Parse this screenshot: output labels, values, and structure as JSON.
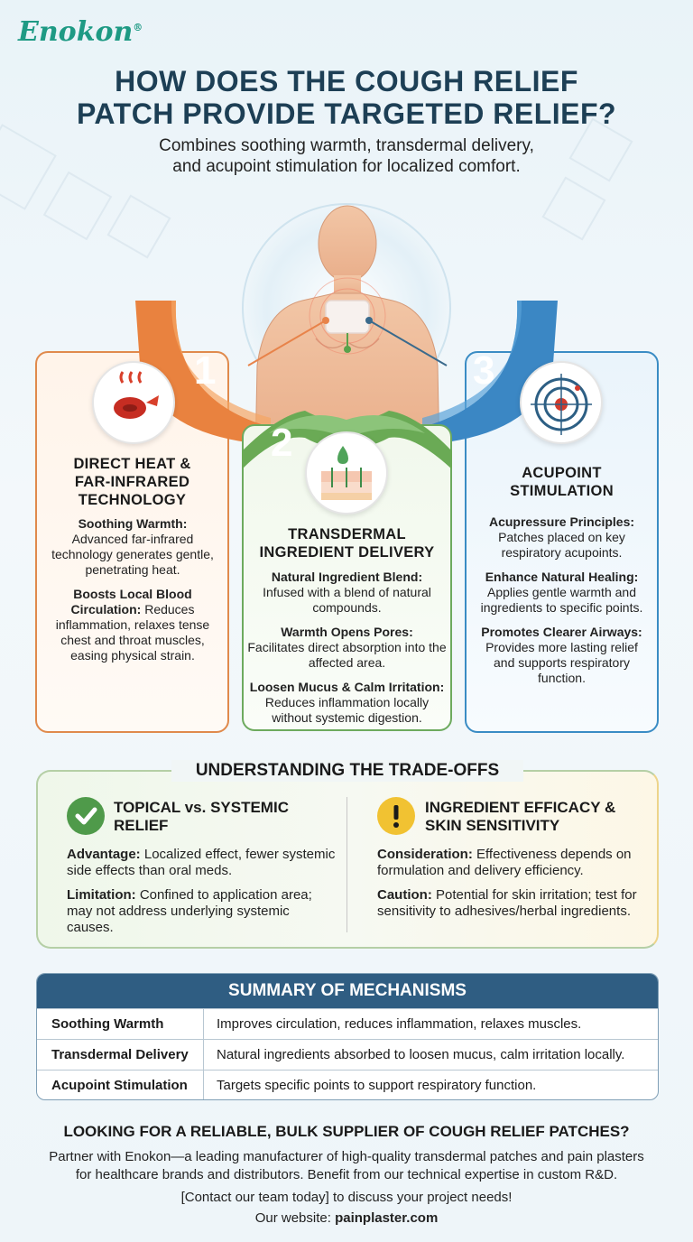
{
  "brand": {
    "name": "Enokon",
    "mark": "®"
  },
  "header": {
    "title_line1": "HOW DOES THE COUGH RELIEF",
    "title_line2": "PATCH PROVIDE TARGETED RELIEF?",
    "subtitle_line1": "Combines soothing warmth, transdermal delivery,",
    "subtitle_line2": "and acupoint stimulation for localized comfort."
  },
  "mechanisms": [
    {
      "number": "1",
      "color": "#e8834a",
      "icon": "heat-blood-cell-icon",
      "title_lines": [
        "DIRECT HEAT &",
        "FAR-INFRARED",
        "TECHNOLOGY"
      ],
      "points": [
        {
          "label": "Soothing Warmth:",
          "text": "Advanced far-infrared technology generates gentle, penetrating heat."
        },
        {
          "label": "Boosts Local Blood",
          "label2": "Circulation:",
          "text": "Reduces inflammation, relaxes tense chest and throat muscles, easing physical strain."
        }
      ]
    },
    {
      "number": "2",
      "color": "#6aaa55",
      "icon": "skin-layers-icon",
      "title_lines": [
        "TRANSDERMAL",
        "INGREDIENT DELIVERY"
      ],
      "points": [
        {
          "label": "Natural Ingredient Blend:",
          "text": "Infused with a blend of natural compounds."
        },
        {
          "label": "Warmth Opens Pores:",
          "text": "Facilitates direct absorption into the affected area."
        },
        {
          "label": "Loosen Mucus & Calm Irritation:",
          "text": "Reduces inflammation locally without systemic digestion."
        }
      ]
    },
    {
      "number": "3",
      "color": "#3a8cc4",
      "icon": "target-icon",
      "title_lines": [
        "ACUPOINT",
        "STIMULATION"
      ],
      "points": [
        {
          "label": "Acupressure Principles:",
          "text": "Patches placed on key respiratory acupoints."
        },
        {
          "label": "Enhance Natural Healing:",
          "text": "Applies gentle warmth and ingredients to specific points."
        },
        {
          "label": "Promotes Clearer Airways:",
          "text": "Provides more lasting relief and supports respiratory function."
        }
      ]
    }
  ],
  "tradeoffs": {
    "title": "UNDERSTANDING THE TRADE-OFFS",
    "left": {
      "icon": "check-circle-icon",
      "title_line1": "TOPICAL vs. SYSTEMIC",
      "title_line2": "RELIEF",
      "p1_label": "Advantage:",
      "p1_text": "Localized effect, fewer systemic side effects than oral meds.",
      "p2_label": "Limitation:",
      "p2_text": "Confined to application area; may not address underlying systemic causes."
    },
    "right": {
      "icon": "warning-circle-icon",
      "title_line1": "INGREDIENT EFFICACY &",
      "title_line2": "SKIN SENSITIVITY",
      "p1_label": "Consideration:",
      "p1_text": "Effectiveness depends on formulation and delivery efficiency.",
      "p2_label": "Caution:",
      "p2_text": "Potential for skin irritation; test for sensitivity to adhesives/herbal ingredients."
    }
  },
  "summary": {
    "title": "SUMMARY OF MECHANISMS",
    "rows": [
      {
        "name": "Soothing Warmth",
        "desc": "Improves circulation, reduces inflammation, relaxes muscles."
      },
      {
        "name": "Transdermal Delivery",
        "desc": "Natural ingredients absorbed to loosen mucus, calm irritation locally."
      },
      {
        "name": "Acupoint Stimulation",
        "desc": "Targets specific points to support respiratory function."
      }
    ]
  },
  "cta": {
    "title": "LOOKING FOR A RELIABLE, BULK SUPPLIER OF COUGH RELIEF PATCHES?",
    "body": "Partner with Enokon—a leading manufacturer of high-quality transdermal patches and pain plasters for healthcare brands and distributors. Benefit from our technical expertise in custom R&D.",
    "contact": "[Contact our team today] to discuss your project needs!",
    "website_label": "Our website:",
    "website": "painplaster.com"
  }
}
